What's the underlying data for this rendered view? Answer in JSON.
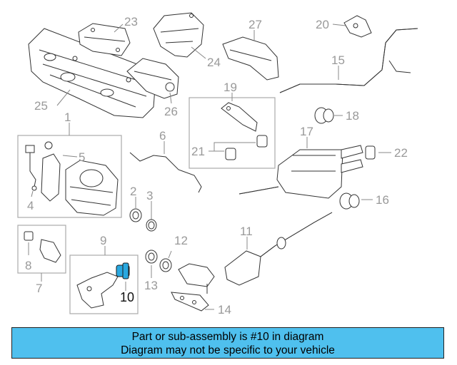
{
  "callouts": {
    "n1": "1",
    "n2": "2",
    "n3": "3",
    "n4": "4",
    "n5": "5",
    "n6": "6",
    "n7": "7",
    "n8": "8",
    "n9": "9",
    "n10": "10",
    "n11": "11",
    "n12": "12",
    "n13": "13",
    "n14": "14",
    "n15": "15",
    "n16": "16",
    "n17": "17",
    "n18": "18",
    "n19": "19",
    "n20": "20",
    "n21": "21",
    "n22": "22",
    "n23": "23",
    "n24": "24",
    "n25": "25",
    "n26": "26",
    "n27": "27"
  },
  "highlighted_part": "10",
  "colors": {
    "banner": "#4fc0ee",
    "highlight": "#29a8e0"
  },
  "banner": {
    "line1": "Part or sub-assembly is #10 in diagram",
    "line2": "Diagram may not be specific to your vehicle"
  }
}
